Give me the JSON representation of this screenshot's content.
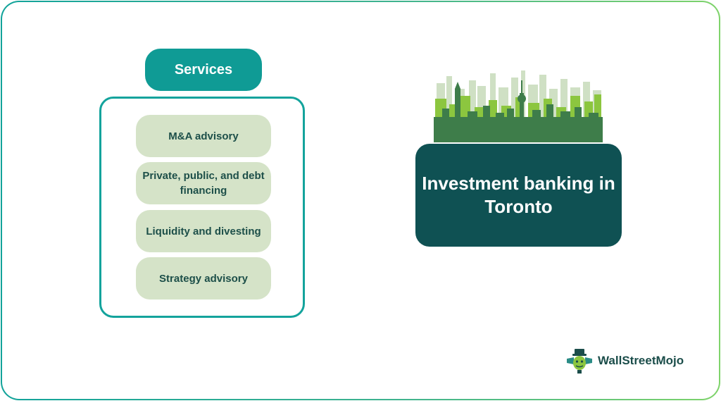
{
  "services": {
    "title": "Services",
    "items": [
      "M&A advisory",
      "Private, public, and debt financing",
      "Liquidity and divesting",
      "Strategy advisory"
    ]
  },
  "topic": {
    "title": "Investment banking in Toronto"
  },
  "logo": {
    "text": "WallStreetMojo",
    "icon": "mascot-icon"
  },
  "colors": {
    "teal": "#0f9b95",
    "dark_teal": "#0f5153",
    "item_bg": "#d5e3c8",
    "skyline_light": "#cfe0c4",
    "skyline_mid": "#8cc63f",
    "skyline_dark": "#3e7d4a"
  }
}
